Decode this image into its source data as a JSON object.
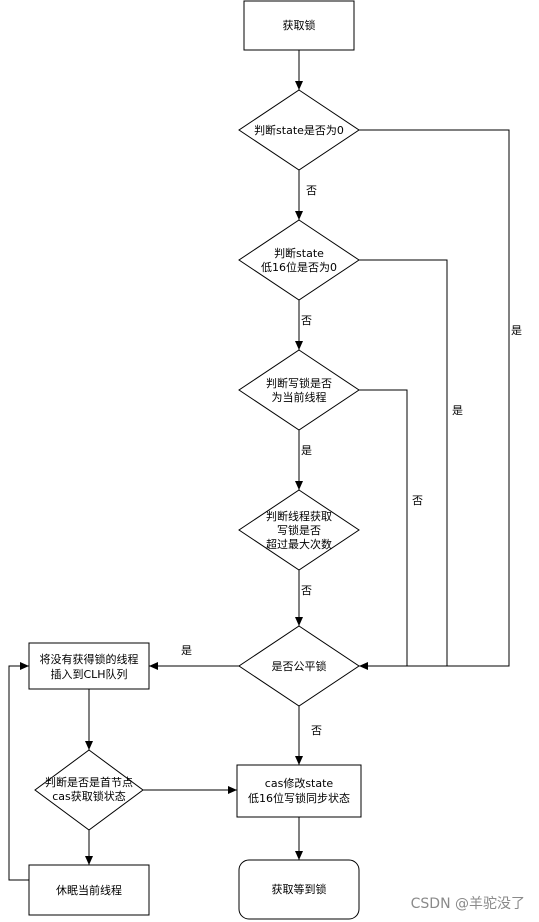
{
  "nodes": {
    "start": "获取锁",
    "d1": "判断state是否为0",
    "d2_l1": "判断state",
    "d2_l2": "低16位是否为0",
    "d3_l1": "判断写锁是否",
    "d3_l2": "为当前线程",
    "d4_l1": "判断线程获取",
    "d4_l2": "写锁是否",
    "d4_l3": "超过最大次数",
    "d5": "是否公平锁",
    "enqueue_l1": "将没有获得锁的线程",
    "enqueue_l2": "插入到CLH队列",
    "cas_l1": "cas修改state",
    "cas_l2": "低16位写锁同步状态",
    "d6_l1": "判断是否是首节点",
    "d6_l2": "cas获取锁状态",
    "sleep": "休眠当前线程",
    "end": "获取等到锁"
  },
  "edges": {
    "d1_no": "否",
    "d1_yes": "是",
    "d2_no": "否",
    "d2_yes": "是",
    "d3_yes": "是",
    "d3_no": "否",
    "d4_no": "否",
    "d5_yes": "是",
    "d5_no": "否"
  },
  "watermark": "CSDN @羊驼没了"
}
